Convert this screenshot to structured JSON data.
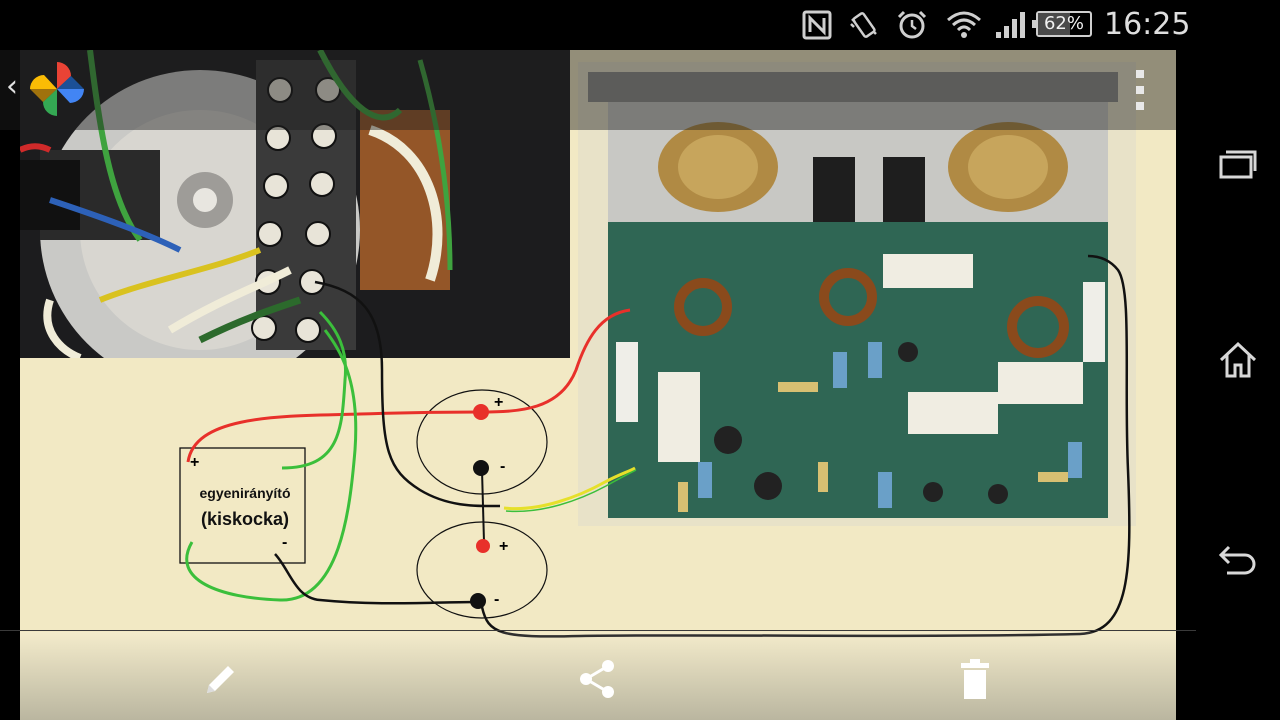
{
  "status_bar": {
    "time": "16:25",
    "battery_percent": "62%",
    "battery_level": 0.62,
    "icons": [
      "nfc-icon",
      "vibrate-icon",
      "alarm-icon",
      "wifi-icon",
      "signal-icon",
      "battery-icon"
    ]
  },
  "diagram": {
    "rectifier_label_line1": "egyenirányító",
    "rectifier_label_line2": "(kiskocka)",
    "rect_plus": "+",
    "rect_minus": "-",
    "cap1_plus": "+",
    "cap1_minus": "-",
    "cap2_plus": "+",
    "cap2_minus": "-"
  },
  "app_bar": {
    "logo": "google-photos-logo",
    "menu": "overflow-menu-icon"
  },
  "bottom_bar": {
    "actions": [
      "edit-icon",
      "share-icon",
      "delete-icon"
    ]
  },
  "nav_bar": {
    "buttons": [
      "recents-icon",
      "home-icon",
      "back-icon"
    ]
  },
  "colors": {
    "background": "#f2e9c4",
    "wire_red": "#e8302a",
    "wire_green": "#3bbf3b",
    "wire_black": "#111111",
    "wire_yellow": "#e6e02a"
  }
}
